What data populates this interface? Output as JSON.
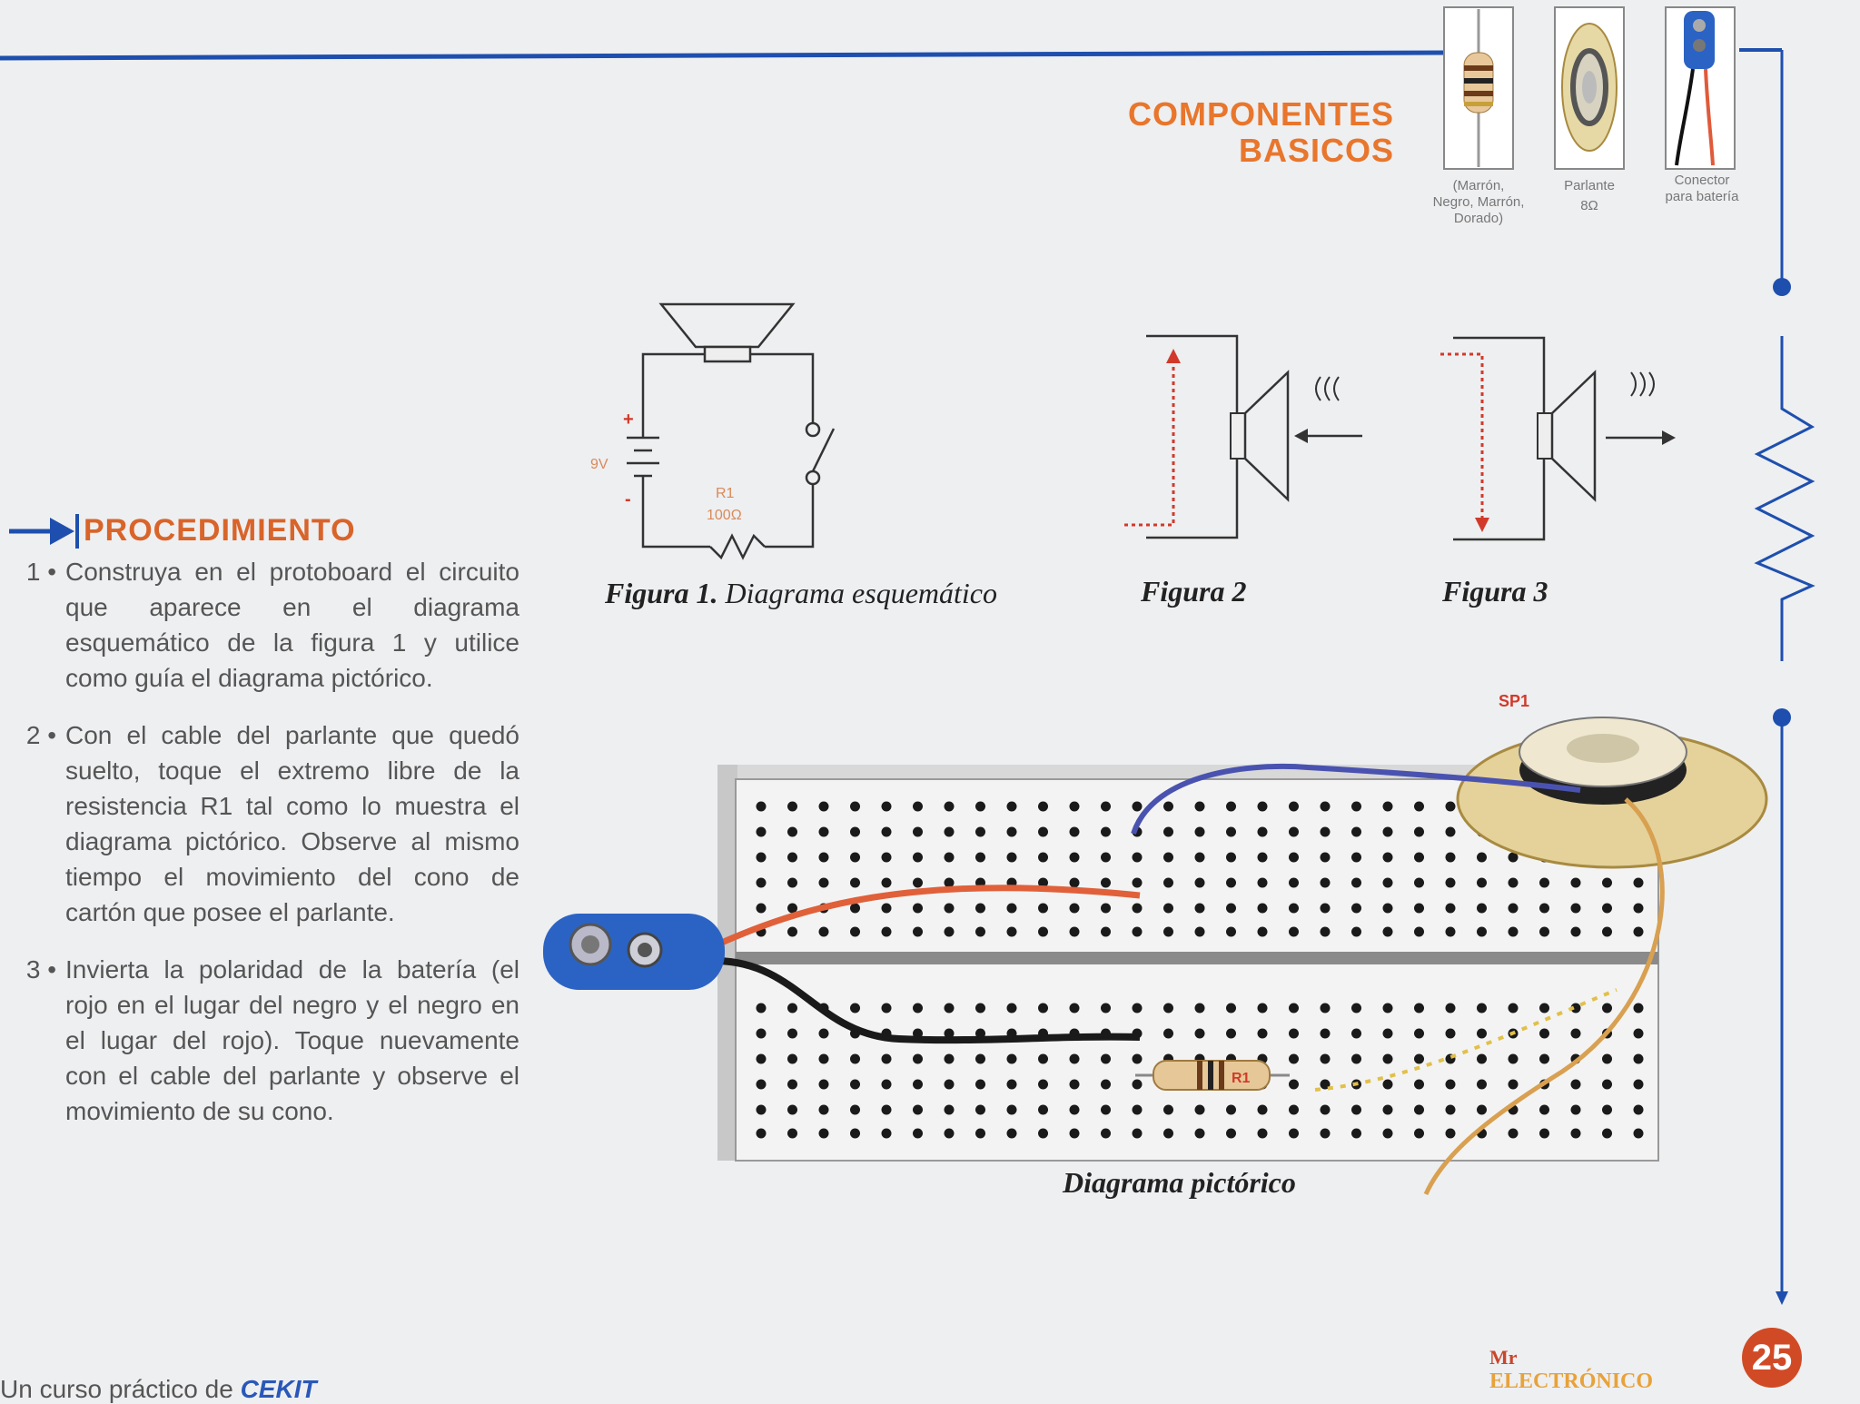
{
  "header": {
    "components_title_line1": "COMPONENTES",
    "components_title_line2": "BASICOS"
  },
  "components": [
    {
      "name": "resistor",
      "caption_lines": [
        "(Marrón,",
        "Negro, Marrón,",
        "Dorado)"
      ]
    },
    {
      "name": "speaker",
      "caption_lines": [
        "Parlante",
        "8Ω"
      ]
    },
    {
      "name": "battery-connector",
      "caption_lines": [
        "Conector",
        "para batería"
      ]
    }
  ],
  "schematic": {
    "battery_label": "9V",
    "plus_sign": "+",
    "minus_sign": "-",
    "resistor_label": "R1",
    "resistor_value": "100Ω"
  },
  "figures": {
    "fig1_prefix": "Figura 1.",
    "fig1_title": "Diagrama esquemático",
    "fig2": "Figura 2",
    "fig3": "Figura 3",
    "pictorial": "Diagrama pictórico"
  },
  "pictorial": {
    "speaker_label": "SP1",
    "resistor_label": "R1"
  },
  "procedure": {
    "heading": "PROCEDIMIENTO",
    "steps": [
      {
        "num": "1 •",
        "text": "Construya en el protoboard el circuito que aparece en el diagrama esquemático de la figura 1 y utilice como guía el diagrama pictórico."
      },
      {
        "num": "2 •",
        "text": "Con el cable del parlante que quedó suelto, toque el extremo libre de la resistencia R1 tal como lo muestra el diagrama pictórico. Observe al mismo tiempo el movimiento del cono de cartón que posee el parlante."
      },
      {
        "num": "3 •",
        "text": "Invierta la polaridad de la batería (el rojo en el lugar del negro y el negro en el lugar del rojo). Toque nuevamente con el cable del parlante y observe el movimiento de su cono."
      }
    ]
  },
  "footer": {
    "page_number": "25",
    "brand_mr": "Mr",
    "brand_name": "ELECTRÓNICO",
    "text": "Un curso práctico de ",
    "brand2": "CEKIT"
  },
  "colors": {
    "accent_orange": "#e8762c",
    "line_blue": "#1e4fae",
    "page_badge": "#d14a26"
  }
}
